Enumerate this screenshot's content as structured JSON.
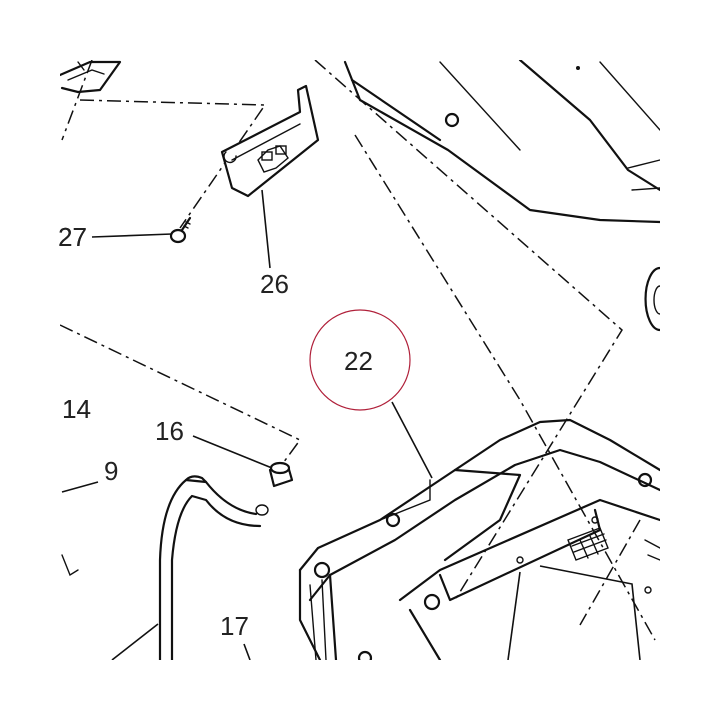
{
  "diagram": {
    "callouts": [
      "27",
      "26",
      "22",
      "14",
      "16",
      "9",
      "17"
    ],
    "highlight_color": "#b0203a",
    "line_color": "#111111"
  }
}
